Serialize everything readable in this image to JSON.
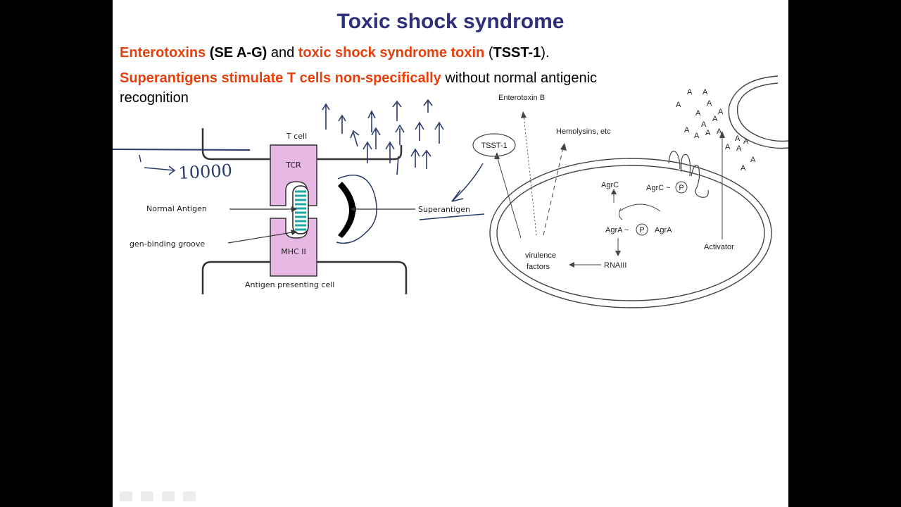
{
  "slide": {
    "title": "Toxic shock syndrome",
    "line1": {
      "a": "Enterotoxins",
      "b": " (SE A-G)",
      "c": " and ",
      "d": "toxic shock syndrome toxin",
      "e": " (",
      "f": "TSST-1",
      "g": ")."
    },
    "line2": {
      "a": "Superantigens stimulate T cells non-specifically",
      "b": " without normal antigenic",
      "c": "recognition"
    }
  },
  "diagram_left": {
    "t_cell": "T cell",
    "tcr": "TCR",
    "mhc": "MHC II",
    "normal_antigen": "Normal Antigen",
    "groove": "gen-binding groove",
    "superantigen": "Superantigen",
    "apc": "Antigen presenting cell",
    "handwritten_number": "10000"
  },
  "diagram_right": {
    "enterotoxin_b": "Enterotoxin B",
    "hemolysins": "Hemolysins, etc",
    "tsst": "TSST-1",
    "agrc1": "AgrC",
    "agrc2": "AgrC ~",
    "agra_p": "AgrA ~",
    "agra": "AgrA",
    "p": "P",
    "virulence1": "virulence",
    "virulence2": "factors",
    "rnaiii": "RNAIII",
    "activator": "Activator",
    "a_letter": "A"
  },
  "colors": {
    "title": "#2E2E7A",
    "red": "#E8400C",
    "pink": "#E8B8E4",
    "stripes": "#1FA8A0"
  }
}
